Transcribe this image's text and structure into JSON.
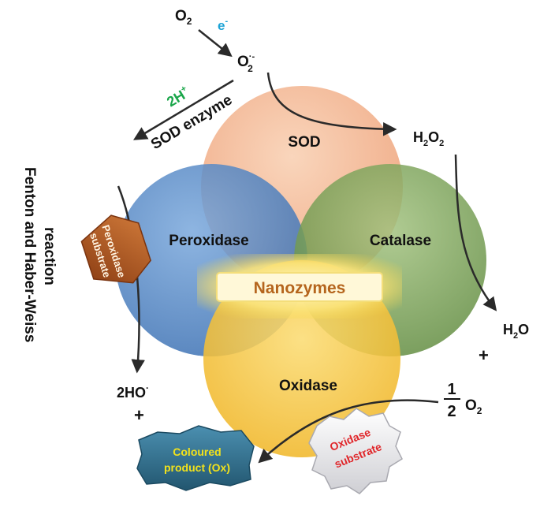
{
  "circles": {
    "sod": "SOD",
    "peroxidase": "Peroxidase",
    "catalase": "Catalase",
    "oxidase": "Oxidase"
  },
  "center_label": "Nanozymes",
  "top": {
    "o2": "O",
    "o2_sub": "2",
    "electron": "e",
    "electron_sup": "-",
    "superoxide": "O",
    "superoxide_sup": "·-",
    "superoxide_sub": "2",
    "protons": "2H",
    "protons_sup": "+",
    "sod_enzyme": "SOD enzyme"
  },
  "right": {
    "h2o2_a": "H",
    "h2o2_sub1": "2",
    "h2o2_b": "O",
    "h2o2_sub2": "2",
    "h2o_a": "H",
    "h2o_sub": "2",
    "h2o_b": "O",
    "plus": "+",
    "half_num": "1",
    "half_den": "2",
    "half_o": "O",
    "half_sub": "2"
  },
  "left": {
    "fenton": "Fenton and Haber-Weiss",
    "reaction": "reaction",
    "peroxidase_substrate_1": "Peroxidase",
    "peroxidase_substrate_2": "substrate",
    "hydroxyl": "2HO",
    "hydroxyl_sup": "·",
    "plus": "+"
  },
  "bottom": {
    "coloured_1": "Coloured",
    "coloured_2": "product (Ox)",
    "oxidase_substrate_1": "Oxidase",
    "oxidase_substrate_2": "substrate"
  },
  "colors": {
    "sod": "#f3b48c",
    "peroxidase": "#4f86c6",
    "catalase": "#7ea35a",
    "oxidase": "#f5c23a",
    "nanozymes_text": "#b5651d",
    "protons_text": "#1aa64a",
    "electron_text": "#1ca3d6",
    "peroxidase_badge": "#b0541f",
    "coloured_badge": "#2f6f8f",
    "coloured_text": "#f2e21b",
    "oxidase_text": "#e0262a"
  }
}
